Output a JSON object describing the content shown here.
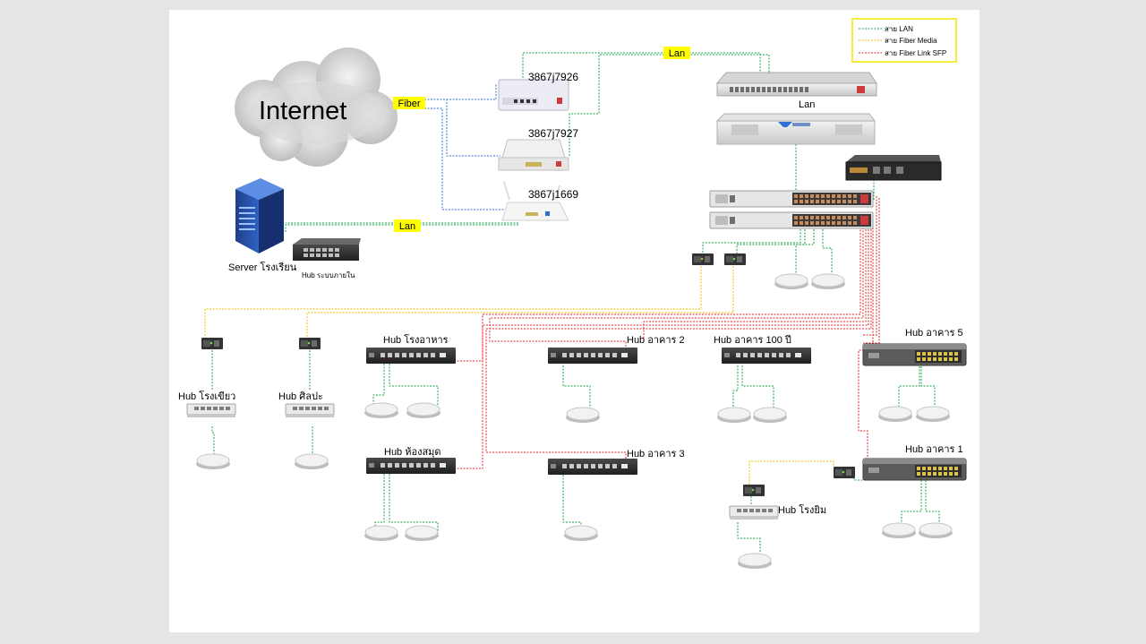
{
  "internet_label": "Internet",
  "tag_fiber": "Fiber",
  "tag_lan_top": "Lan",
  "tag_lan_left": "Lan",
  "rack_lan_label": "Lan",
  "modems": [
    "3867j7926",
    "3867j7927",
    "3867j1669"
  ],
  "server_label": "Server โรงเรียน",
  "hub_internal_label": "Hub ระบบภายใน",
  "legend": {
    "lan": "สาย LAN",
    "fiber_media": "สาย Fiber Media",
    "fiber_sfp": "สาย Fiber Link SFP"
  },
  "hubs": {
    "rongkhiao": "Hub โรงเขียว",
    "sinlapa": "Hub ศิลปะ",
    "rongahan": "Hub โรงอาหาร",
    "hongsamut": "Hub ห้องสมุด",
    "akhan2": "Hub อาคาร 2",
    "akhan3": "Hub อาคาร 3",
    "akhan100": "Hub อาคาร 100 ปี",
    "akhan5": "Hub อาคาร 5",
    "akhan1": "Hub อาคาร 1",
    "rongyim": "Hub โรงยิม"
  },
  "colors": {
    "lan": "#1aa34a",
    "fiber_media": "#f2b800",
    "fiber_sfp": "#e0262b",
    "fiber_blue": "#2f6fd1",
    "tag_bg": "#ffff00"
  }
}
